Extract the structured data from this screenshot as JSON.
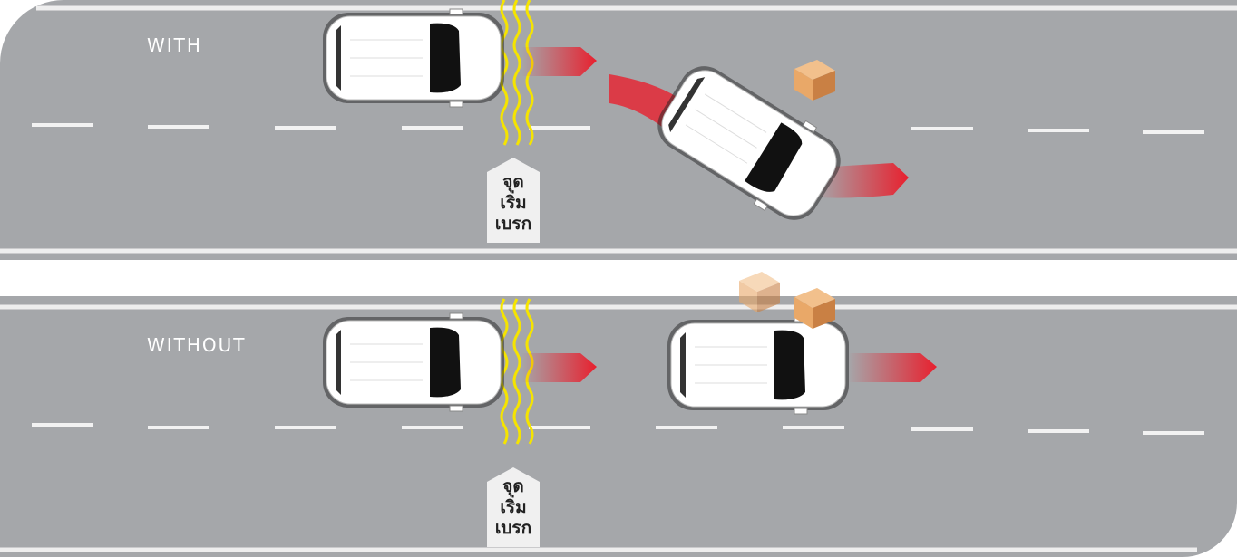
{
  "scenarios": [
    {
      "label": "WITH",
      "sign_lines": [
        "จุด",
        "เริ่ม",
        "เบรก"
      ]
    },
    {
      "label": "WITHOUT",
      "sign_lines": [
        "จุด",
        "เริ่ม",
        "เบรก"
      ]
    }
  ],
  "colors": {
    "road": "#a5a7aa",
    "lane": "#f2f2f2",
    "skid": "#e8202e",
    "brake_line": "#f5e400",
    "box": "#e9a868"
  }
}
